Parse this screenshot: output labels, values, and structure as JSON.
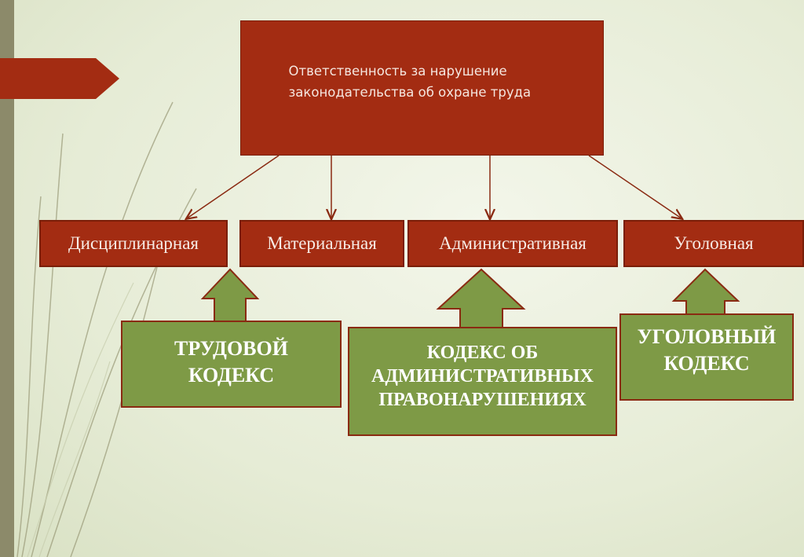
{
  "title_box": {
    "line1": "Ответственность за нарушение",
    "line2": "законодательства об охране труда"
  },
  "categories": [
    {
      "label": "Дисциплинарная"
    },
    {
      "label": "Материальная"
    },
    {
      "label": "Административная"
    },
    {
      "label": "Уголовная"
    }
  ],
  "codes": [
    {
      "line1": "ТРУДОВОЙ",
      "line2": "КОДЕКС",
      "line3": ""
    },
    {
      "line1": "КОДЕКС ОБ",
      "line2": "АДМИНИСТРАТИВНЫХ",
      "line3": "ПРАВОНАРУШЕНИЯХ"
    },
    {
      "line1": "УГОЛОВНЫЙ",
      "line2": "КОДЕКС",
      "line3": ""
    }
  ],
  "colors": {
    "box_red": "#a32c12",
    "box_green": "#7e9a46",
    "background": "#e6ecd6",
    "left_bar": "#8c8a6a"
  }
}
